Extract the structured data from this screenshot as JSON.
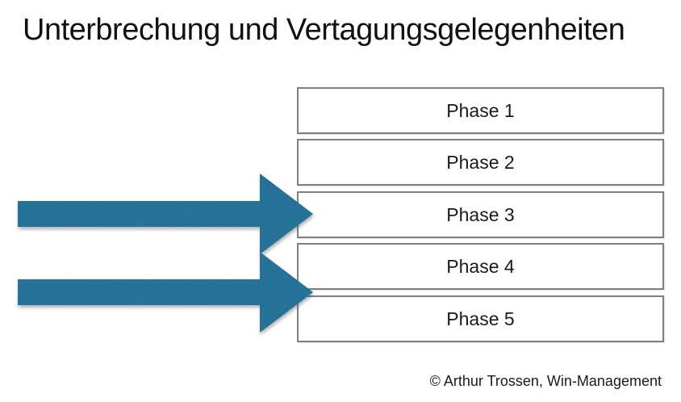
{
  "slide": {
    "title": "Unterbrechung und Vertagungsgelegenheiten",
    "phases": [
      "Phase 1",
      "Phase 2",
      "Phase 3",
      "Phase 4",
      "Phase 5"
    ],
    "footer": "© Arthur Trossen, Win-Management",
    "arrows": [
      {
        "id": "arrow-1",
        "points_to": "Phase 3"
      },
      {
        "id": "arrow-2",
        "points_to": "Phase 4"
      }
    ],
    "colors": {
      "arrow_blue": "#2b7ca5",
      "box_border": "#7f7f7f",
      "box_fill": "#ffffff",
      "title_text": "#111111",
      "phase_text": "#1a1a1a",
      "footer_text": "#1a1a1a",
      "background": "#ffffff"
    }
  }
}
